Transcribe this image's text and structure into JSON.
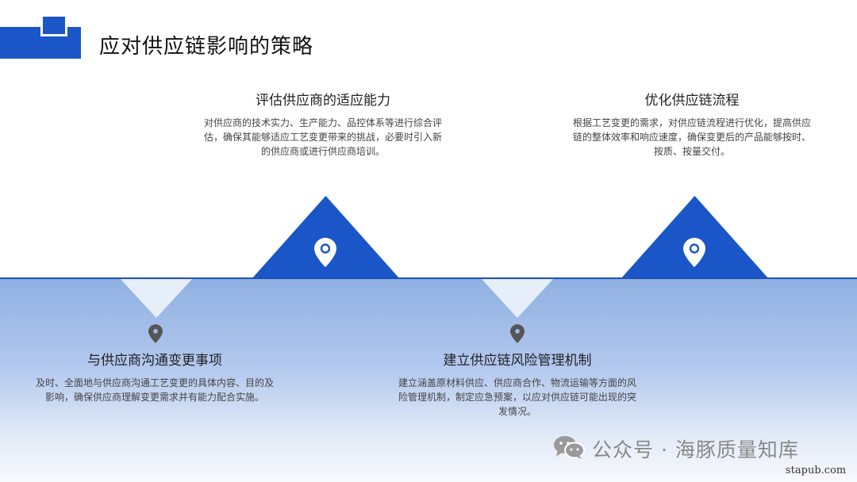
{
  "page": {
    "title": "应对供应链影响的策略"
  },
  "colors": {
    "accent": "#1a56c7",
    "upper_pin": "#ffffff",
    "lower_pin": "#555555"
  },
  "items": [
    {
      "position": "top",
      "title": "评估供应商的适应能力",
      "desc_lines": [
        "对供应商的技术实力、生产能力、品控体系等进行综合评",
        "估，确保其能够适应工艺变更带来的挑战，必要时引入新",
        "的供应商或进行供应商培训。"
      ],
      "icon": "location-pin-icon"
    },
    {
      "position": "top",
      "title": "优化供应链流程",
      "desc_lines": [
        "根据工艺变更的需求，对供应链流程进行优化，提高供应",
        "链的整体效率和响应速度，确保变更后的产品能够按时、",
        "按质、按量交付。"
      ],
      "icon": "location-pin-icon"
    },
    {
      "position": "bottom",
      "title": "与供应商沟通变更事项",
      "desc_lines": [
        "及时、全面地与供应商沟通工艺变更的具体内容、目的及",
        "影响，确保供应商理解变更需求并有能力配合实施。"
      ],
      "icon": "location-pin-icon"
    },
    {
      "position": "bottom",
      "title": "建立供应链风险管理机制",
      "desc_lines": [
        "建立涵盖原材料供应、供应商合作、物流运输等方面的风",
        "险管理机制，制定应急预案，以应对供应链可能出现的突",
        "发情况。"
      ],
      "icon": "location-pin-icon"
    }
  ],
  "watermark": {
    "text": "公众号 · 海豚质量知库",
    "icon": "wechat-icon",
    "site": "stapub.com"
  }
}
